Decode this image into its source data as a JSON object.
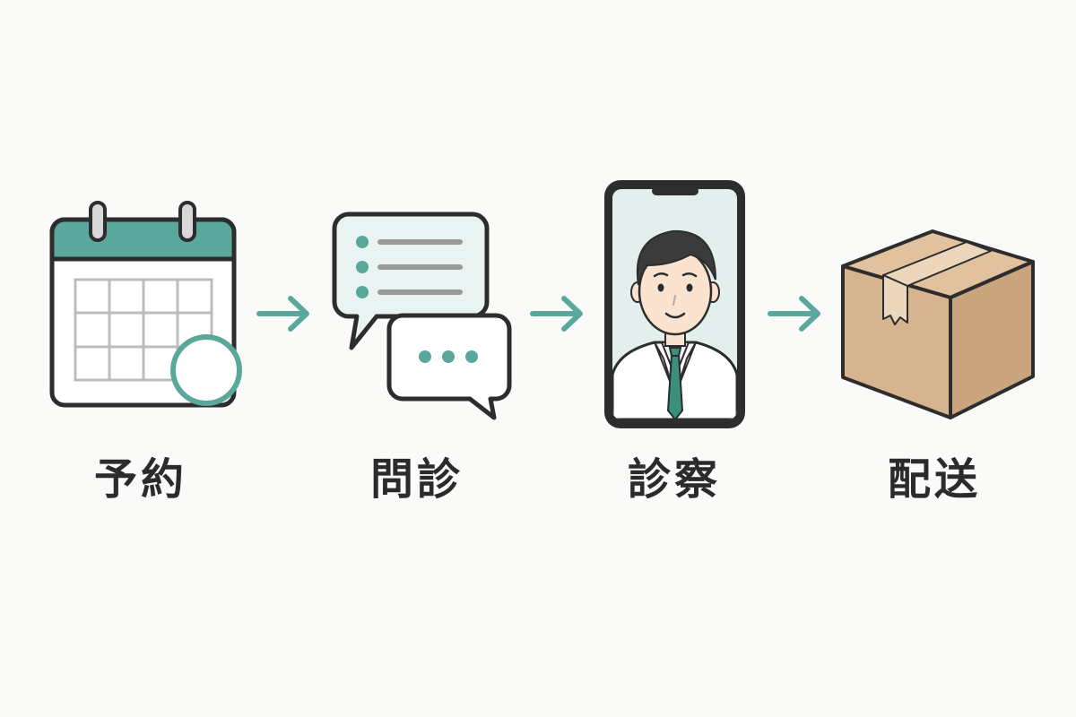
{
  "colors": {
    "accent": "#5aa89b",
    "accent_dark": "#4a9489",
    "outline": "#2d2d2d",
    "grid": "#bdbdbd",
    "bubble_fill": "#e9f3f1",
    "screen_fill": "#e3efec",
    "box_front": "#d6b48f",
    "box_side": "#c9a47c",
    "box_top": "#e2c29e",
    "tape": "#ecd7bc"
  },
  "steps": [
    {
      "label": "予約",
      "icon": "calendar-icon"
    },
    {
      "label": "問診",
      "icon": "chat-bubbles-icon"
    },
    {
      "label": "診察",
      "icon": "smartphone-doctor-icon"
    },
    {
      "label": "配送",
      "icon": "package-box-icon"
    }
  ],
  "arrows": [
    {
      "icon": "arrow-right-icon"
    },
    {
      "icon": "arrow-right-icon"
    },
    {
      "icon": "arrow-right-icon"
    }
  ]
}
